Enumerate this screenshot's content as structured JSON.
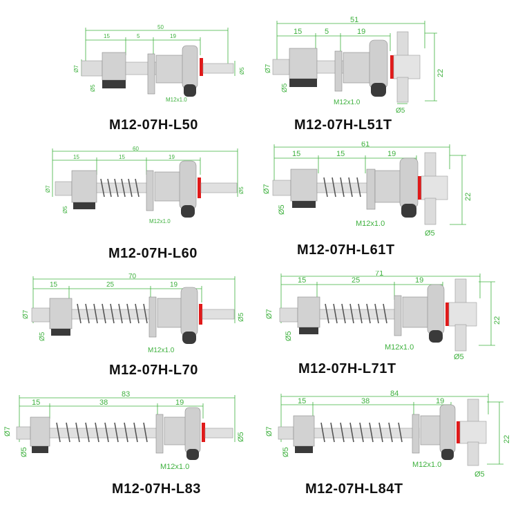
{
  "colors": {
    "dimension": "#3db03d",
    "seal": "#e01a1a",
    "body": "#c9c9c9",
    "nut": "#3a3a3a",
    "text": "#111111"
  },
  "thread_label": "M12x1.0",
  "products": [
    {
      "model": "M12-07H-L50",
      "total": "50",
      "seg1": "15",
      "seg2": "5",
      "seg3": "19",
      "d_left": "Ø7",
      "d_lower": "Ø5",
      "d_right": "Ø5",
      "tee": false
    },
    {
      "model": "M12-07H-L51T",
      "total": "51",
      "seg1": "15",
      "seg2": "5",
      "seg3": "19",
      "d_left": "Ø7",
      "d_lower": "Ø5",
      "d_right": "22",
      "d_tee": "Ø5",
      "tee": true
    },
    {
      "model": "M12-07H-L60",
      "total": "60",
      "seg1": "15",
      "seg2": "15",
      "seg3": "19",
      "d_left": "Ø7",
      "d_lower": "Ø5",
      "d_right": "Ø5",
      "tee": false
    },
    {
      "model": "M12-07H-L61T",
      "total": "61",
      "seg1": "15",
      "seg2": "15",
      "seg3": "19",
      "d_left": "Ø7",
      "d_lower": "Ø5",
      "d_right": "22",
      "d_tee": "Ø5",
      "tee": true
    },
    {
      "model": "M12-07H-L70",
      "total": "70",
      "seg1": "15",
      "seg2": "25",
      "seg3": "19",
      "d_left": "Ø7",
      "d_lower": "Ø5",
      "d_right": "Ø5",
      "tee": false
    },
    {
      "model": "M12-07H-L71T",
      "total": "71",
      "seg1": "15",
      "seg2": "25",
      "seg3": "19",
      "d_left": "Ø7",
      "d_lower": "Ø5",
      "d_right": "22",
      "d_tee": "Ø5",
      "tee": true
    },
    {
      "model": "M12-07H-L83",
      "total": "83",
      "seg1": "15",
      "seg2": "38",
      "seg3": "19",
      "d_left": "Ø7",
      "d_lower": "Ø5",
      "d_right": "Ø5",
      "tee": false
    },
    {
      "model": "M12-07H-L84T",
      "total": "84",
      "seg1": "15",
      "seg2": "38",
      "seg3": "19",
      "d_left": "Ø7",
      "d_lower": "Ø5",
      "d_right": "22",
      "d_tee": "Ø5",
      "tee": true
    }
  ]
}
